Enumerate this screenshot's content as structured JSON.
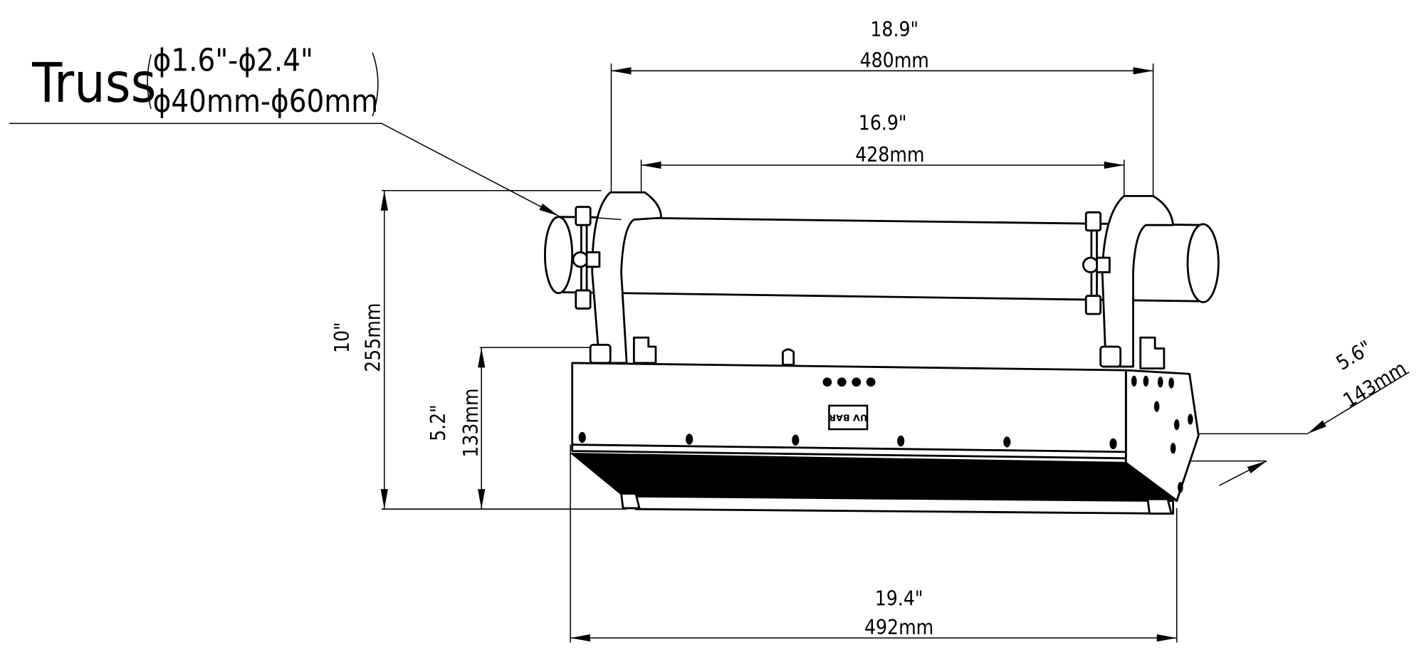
{
  "callout": {
    "label": "Truss",
    "range_inch": "ϕ1.6\"-ϕ2.4\"",
    "range_mm": "ϕ40mm-ϕ60mm"
  },
  "dimensions": {
    "overall_clamp_width": {
      "inch": "18.9\"",
      "mm": "480mm"
    },
    "inner_clamp_width": {
      "inch": "16.9\"",
      "mm": "428mm"
    },
    "total_height": {
      "inch": "10\"",
      "mm": "255mm"
    },
    "body_height": {
      "inch": "5.2\"",
      "mm": "133mm"
    },
    "body_width": {
      "inch": "19.4\"",
      "mm": "492mm"
    },
    "depth": {
      "inch": "5.6\"",
      "mm": "143mm"
    }
  },
  "logo_text": "UV BAR",
  "colors": {
    "line": "#000000",
    "background": "#ffffff"
  }
}
